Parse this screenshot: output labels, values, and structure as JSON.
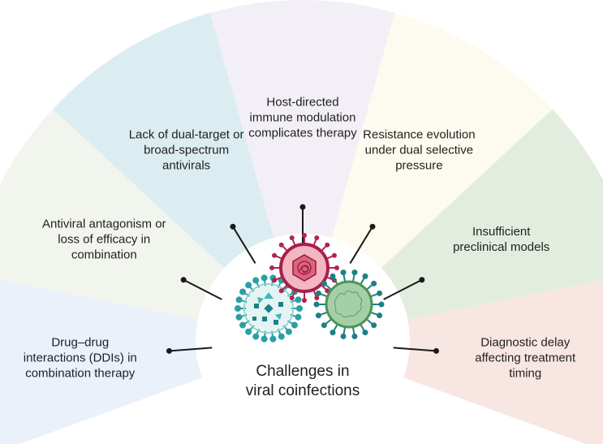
{
  "diagram": {
    "center_title": "Challenges in\nviral coinfections",
    "center_title_lines": [
      "Challenges in",
      "viral coinfections"
    ],
    "segments": [
      {
        "label": "Drug–drug interactions (DDIs) in combination therapy",
        "lines": [
          "Drug–drug",
          "interactions (DDIs) in",
          "combination therapy"
        ],
        "color": "#eaf1fb"
      },
      {
        "label": "Antiviral antagonism or loss of efficacy in combination",
        "lines": [
          "Antiviral antagonism or",
          "loss of efficacy in",
          "combination"
        ],
        "color": "#f2f5ee"
      },
      {
        "label": "Lack of dual-target or broad-spectrum antivirals",
        "lines": [
          "Lack of dual-target or",
          "broad-spectrum",
          "antivirals"
        ],
        "color": "#dcedf2"
      },
      {
        "label": "Host-directed immune modulation complicates therapy",
        "lines": [
          "Host-directed",
          "immune modulation",
          "complicates therapy"
        ],
        "color": "#f3eff7"
      },
      {
        "label": "Resistance evolution under dual selective pressure",
        "lines": [
          "Resistance evolution",
          "under dual selective",
          "pressure"
        ],
        "color": "#fdfbf0"
      },
      {
        "label": "Insufficient preclinical models",
        "lines": [
          "Insufficient",
          "preclinical models"
        ],
        "color": "#e3eddf"
      },
      {
        "label": "Diagnostic delay affecting treatment timing",
        "lines": [
          "Diagnostic delay",
          "affecting treatment",
          "timing"
        ],
        "color": "#f8e6e2"
      }
    ],
    "viruses": [
      {
        "name": "influenza-like-virus",
        "color": "#2b9fa5"
      },
      {
        "name": "herpes-like-virus",
        "color": "#b3244d"
      },
      {
        "name": "coronavirus-like-virus",
        "color": "#6fae7c"
      }
    ],
    "connector_color": "#1a1a1a"
  }
}
